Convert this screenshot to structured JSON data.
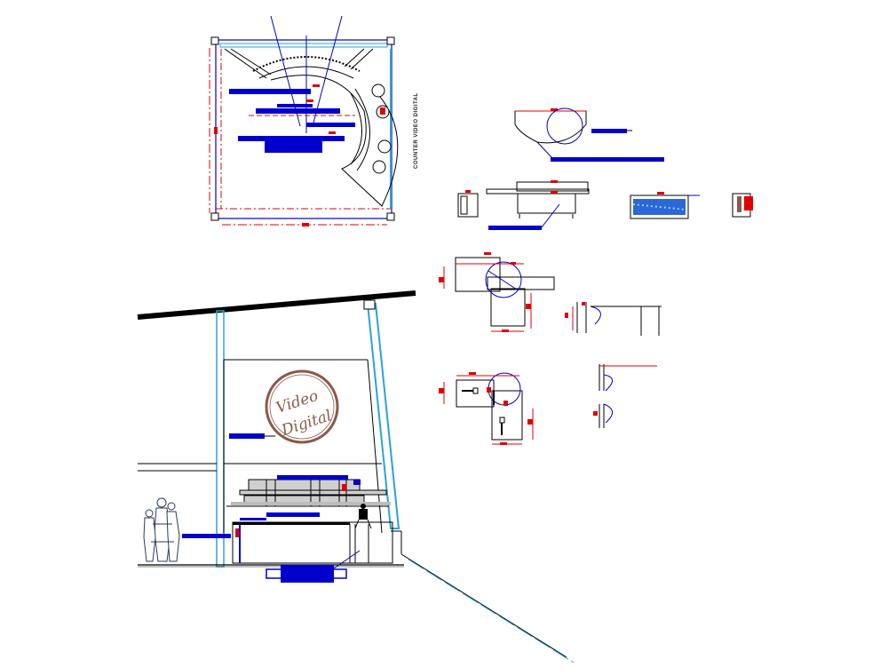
{
  "plan_view": {
    "title_label": "COUNTER VIDEO DIGITAL"
  },
  "elevation": {
    "logo_line1": "Video",
    "logo_line2": "Digital"
  },
  "colors": {
    "blue": "#0000cc",
    "red": "#e00000",
    "cyan": "#2aa3d6",
    "black": "#000000",
    "gray": "#9a9a9a"
  }
}
